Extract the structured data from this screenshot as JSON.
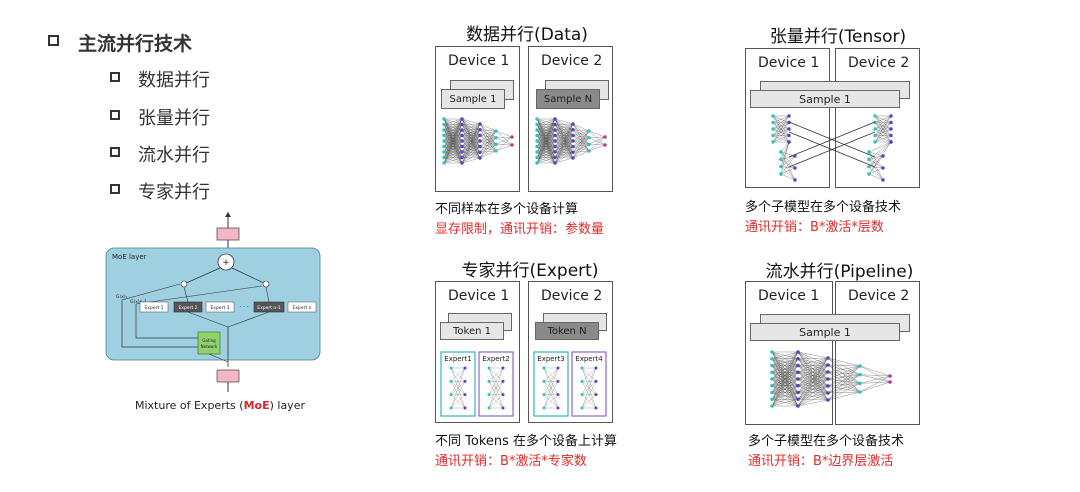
{
  "outline": {
    "main_item": "主流并行技术",
    "sub_items": [
      "数据并行",
      "张量并行",
      "流水并行",
      "专家并行"
    ]
  },
  "moe": {
    "layer_label": "MoE layer",
    "experts": [
      "Expert 1",
      "Expert 2",
      "Expert 3",
      "Expert n-1",
      "Expert n"
    ],
    "gating_label": "Gating Network",
    "gate_labels": [
      "G(x)₁",
      "G(x)n-1"
    ],
    "ellipsis": "· · ·",
    "plus": "+",
    "caption_before": "Mixture of Experts (",
    "caption_highlight": "MoE",
    "caption_after": ") layer"
  },
  "data_parallel": {
    "title": "数据并行(Data)",
    "device1": "Device 1",
    "device2": "Device 2",
    "sample1": "Sample 1",
    "sample2": "Sample N",
    "caption": "不同样本在多个设备计算",
    "caption_red": "显存限制，通讯开销：参数量"
  },
  "tensor_parallel": {
    "title": "张量并行(Tensor)",
    "device1": "Device 1",
    "device2": "Device 2",
    "sample": "Sample 1",
    "caption": "多个子模型在多个设备技术",
    "caption_red": "通讯开销：B*激活*层数"
  },
  "expert_parallel": {
    "title": "专家并行(Expert)",
    "device1": "Device 1",
    "device2": "Device 2",
    "token1": "Token 1",
    "token2": "Token  N",
    "experts": [
      "Expert1",
      "Expert2",
      "Expert3",
      "Expert4"
    ],
    "caption": "不同 Tokens 在多个设备上计算",
    "caption_red": "通讯开销：B*激活*专家数"
  },
  "pipeline_parallel": {
    "title": "流水并行(Pipeline)",
    "device1": "Device 1",
    "device2": "Device 2",
    "sample": "Sample 1",
    "caption": "多个子模型在多个设备技术",
    "caption_red": "通讯开销：B*边界层激活"
  },
  "colors": {
    "accent_red": "#e22b2b",
    "moe_panel": "#9fd0e2",
    "gating_green": "#8fd16a",
    "node_teal": "#2ec4c0",
    "node_purple": "#5b3fc4",
    "node_magenta": "#c0389e",
    "expert_teal_border": "#2fb4c8",
    "expert_purple_border": "#9a5fd0",
    "pink_box": "#f2b6c4"
  }
}
